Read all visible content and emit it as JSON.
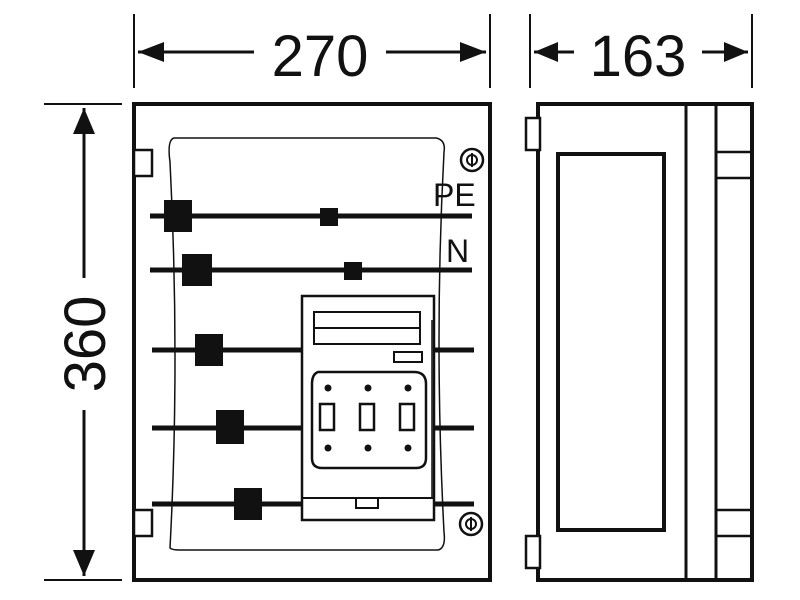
{
  "dimensions": {
    "width": "270",
    "depth": "163",
    "height": "360"
  },
  "labels": {
    "pe": "PE",
    "n": "N"
  },
  "colors": {
    "ink": "#111111",
    "paper": "#ffffff"
  }
}
